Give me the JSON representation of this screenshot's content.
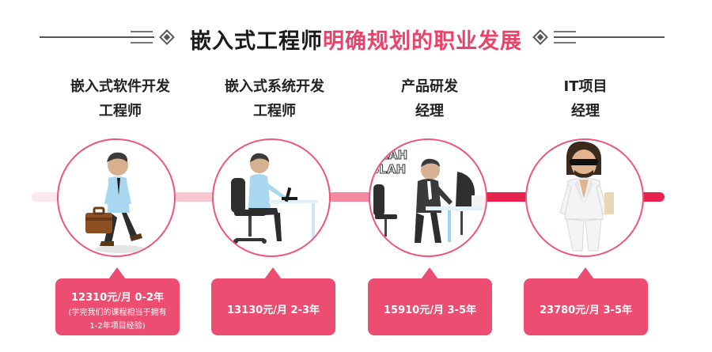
{
  "header": {
    "title_dark": "嵌入式工程师",
    "title_accent": "明确规划的职业发展"
  },
  "colors": {
    "accent": "#e9436b",
    "card": "#ec4d70",
    "track_light": "#f8c7d2",
    "track_mid": "#f3889f",
    "track_dark": "#e8234f"
  },
  "stages": [
    {
      "title_line1": "嵌入式软件开发",
      "title_line2": "工程师",
      "salary": "12310元/月 0-2年",
      "note_line1": "(学完我们的课程相当于拥有",
      "note_line2": "1-2年项目经验)",
      "illustration": "walking-man-with-briefcase-icon"
    },
    {
      "title_line1": "嵌入式系统开发",
      "title_line2": "工程师",
      "salary": "13130元/月 2-3年",
      "illustration": "man-at-laptop-desk-icon"
    },
    {
      "title_line1": "产品研发",
      "title_line2": "经理",
      "salary": "15910元/月 3-5年",
      "illustration": "manager-at-meeting-desk-blah-icon",
      "bubble_text_1": "BLAH",
      "bubble_text_2": "BLAH"
    },
    {
      "title_line1": "IT项目",
      "title_line2": "经理",
      "salary": "23780元/月 3-5年",
      "illustration": "man-in-white-suit-sunglasses-icon"
    }
  ]
}
